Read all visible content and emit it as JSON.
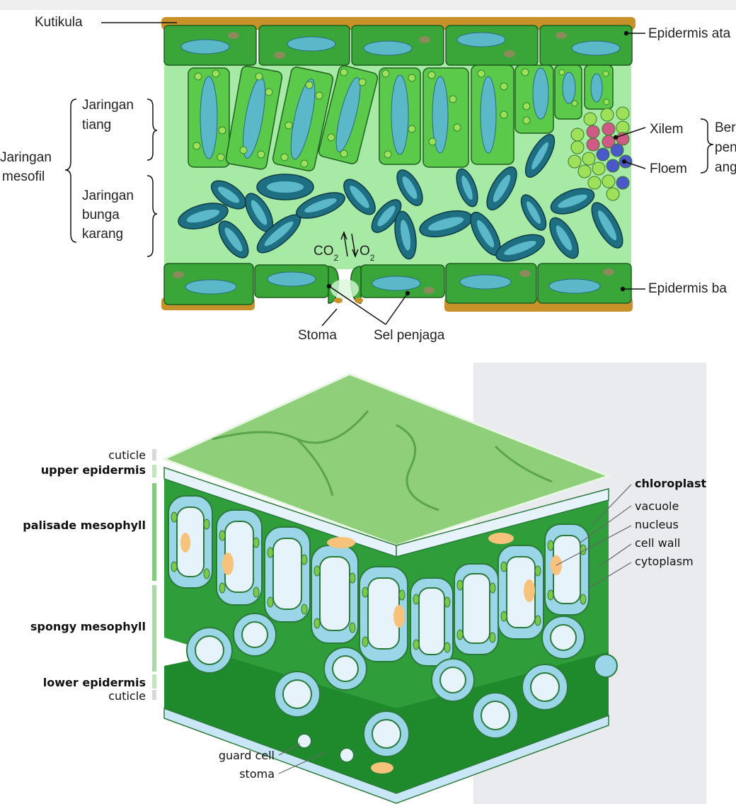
{
  "top_diagram": {
    "labels": {
      "kutikula": "Kutikula",
      "epidermis_atas": "Epidermis ata",
      "jaringan_tiang_1": "Jaringan",
      "jaringan_tiang_2": "tiang",
      "jaringan_mesofil_1": "Jaringan",
      "jaringan_mesofil_2": "mesofil",
      "jaringan_bunga_1": "Jaringan",
      "jaringan_bunga_2": "bunga",
      "jaringan_bunga_3": "karang",
      "xilem": "Xilem",
      "floem": "Floem",
      "berkas_1": "Ber",
      "berkas_2": "pen",
      "berkas_3": "ang",
      "co": "CO",
      "o": "O",
      "sub2": "2",
      "epidermis_bawah": "Epidermis ba",
      "stoma": "Stoma",
      "sel_penjaga": "Sel penjaga"
    },
    "colors": {
      "cuticle": "#c8912a",
      "epidermis": "#3aa63a",
      "palisade": "#5bc94a",
      "spongy": "#1f6f82",
      "vacuole": "#5ab8c9",
      "background": "#a6eaa6",
      "xylem": "#d05a86",
      "phloem": "#4a58c8"
    }
  },
  "bottom_diagram": {
    "labels": {
      "cuticle_top": "cuticle",
      "upper_epidermis": "upper epidermis",
      "palisade_mesophyll": "palisade mesophyll",
      "spongy_mesophyll": "spongy mesophyll",
      "lower_epidermis": "lower epidermis",
      "cuticle_bottom": "cuticle",
      "chloroplast": "chloroplast",
      "vacuole": "vacuole",
      "nucleus": "nucleus",
      "cell_wall": "cell wall",
      "cytoplasm": "cytoplasm",
      "guard_cell": "guard cell",
      "stoma": "stoma"
    },
    "colors": {
      "top_surface": "#8fcf7a",
      "leaf_green": "#2f9e3a",
      "dark_green": "#1f8a2c",
      "vacuole": "#e6f3fb",
      "nucleus": "#f7c27c",
      "side_panel": "#e9ebee"
    }
  }
}
